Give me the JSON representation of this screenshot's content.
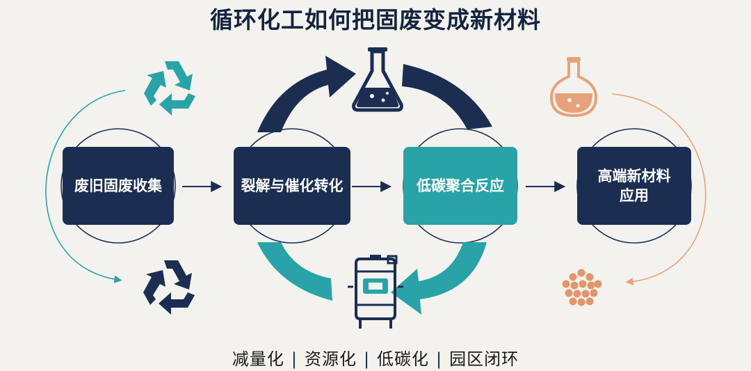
{
  "title": "循环化工如何把固废变成新材料",
  "steps": [
    {
      "label": "废旧固废收集"
    },
    {
      "label": "裂解与催化转化"
    },
    {
      "label": "低碳聚合反应"
    },
    {
      "label_line1": "高端新材料",
      "label_line2": "应用"
    }
  ],
  "footer": {
    "items": [
      "减量化",
      "资源化",
      "低碳化",
      "园区闭环"
    ],
    "separator": "|"
  },
  "colors": {
    "navy": "#1b2e52",
    "teal": "#2aa3a8",
    "peach": "#e8a27a",
    "background": "#f3f2ee"
  },
  "icons": [
    "recycle-icon-teal",
    "recycle-icon-navy",
    "flask-icon",
    "reactor-tank-icon",
    "orange-flask-icon",
    "pellets-icon"
  ]
}
